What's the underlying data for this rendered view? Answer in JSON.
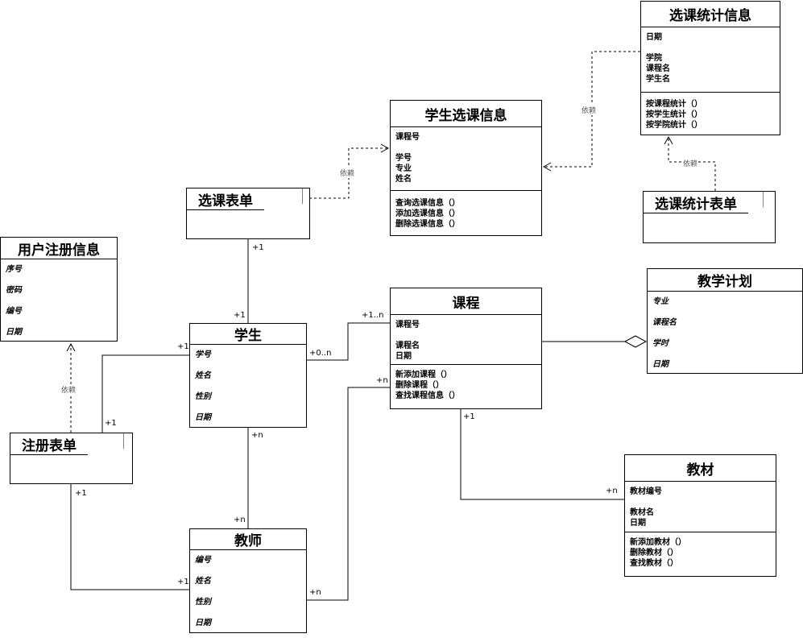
{
  "diagram": {
    "classes": {
      "user_reg": {
        "title": "用户注册信息",
        "attrs": [
          "序号",
          "密码",
          "编号",
          "日期"
        ]
      },
      "student": {
        "title": "学生",
        "attrs": [
          "学号",
          "姓名",
          "性别",
          "日期"
        ]
      },
      "teacher": {
        "title": "教师",
        "attrs": [
          "编号",
          "姓名",
          "性别",
          "日期"
        ]
      },
      "course": {
        "title": "课程",
        "attrs": [
          "课程号",
          "",
          "课程名",
          "日期"
        ],
        "ops": [
          "新添加课程（）",
          "删除课程（）",
          "查找课程信息（）"
        ]
      },
      "selection": {
        "title": "学生选课信息",
        "attrs": [
          "课程号",
          "",
          "学号",
          "专业",
          "姓名"
        ],
        "ops": [
          "查询选课信息（）",
          "添加选课信息（）",
          "删除选课信息（）"
        ]
      },
      "stats": {
        "title": "选课统计信息",
        "attrs": [
          "日期",
          "",
          "学院",
          "课程名",
          "学生名"
        ],
        "ops": [
          "按课程统计（）",
          "按学生统计（）",
          "按学院统计（）"
        ]
      },
      "plan": {
        "title": "教学计划",
        "attrs": [
          "专业",
          "课程名",
          "学时",
          "日期"
        ]
      },
      "textbook": {
        "title": "教材",
        "attrs": [
          "教材编号",
          "",
          "教材名",
          "日期"
        ],
        "ops": [
          "新添加教材（）",
          "删除教材（）",
          "查找教材（）"
        ]
      }
    },
    "forms": {
      "reg_form": "注册表单",
      "select_form": "选课表单",
      "stats_form": "选课统计表单"
    },
    "labels": {
      "dep1": "依赖",
      "dep2": "依赖",
      "dep3": "依赖",
      "dep4": "依赖",
      "m_sf_top": "+1",
      "m_st_top": "+1",
      "m_reg_st": "+1",
      "m_reg_right": "+1",
      "m_st_course": "+0..n",
      "m_course_st": "+1..n",
      "m_st_bottom": "+n",
      "m_te_top": "+n",
      "m_reg_bottom": "+1",
      "m_te_left": "+1",
      "m_te_right": "+n",
      "m_course_te": "+n",
      "m_course_bottom": "+1",
      "m_tb_left": "+n"
    }
  }
}
